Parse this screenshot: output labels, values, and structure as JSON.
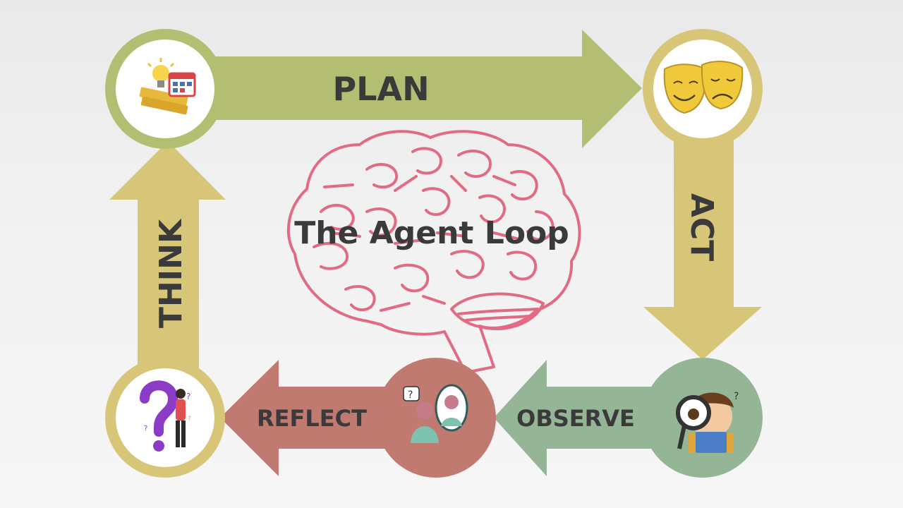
{
  "title": "The Agent Loop",
  "steps": {
    "plan": "PLAN",
    "act": "ACT",
    "observe": "OBSERVE",
    "reflect": "REFLECT",
    "think": "THINK"
  },
  "icons": {
    "plan": "lightbulb-calendar-books-icon",
    "act": "theater-masks-icon",
    "observe": "magnifying-glass-boy-icon",
    "reflect": "mirror-person-icon",
    "think": "question-mark-person-icon",
    "center": "brain-outline-icon"
  },
  "colors": {
    "plan": "#b3be72",
    "act": "#d8c678",
    "observe": "#94b596",
    "reflect": "#c07a70",
    "think": "#d8c678",
    "brain": "#e06b83",
    "text": "#3a3a3a"
  }
}
